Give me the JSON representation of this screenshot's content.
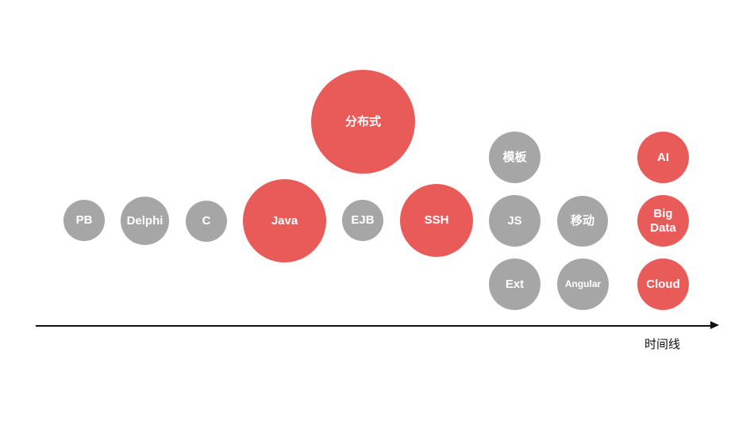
{
  "bubbles": [
    {
      "label": "PB",
      "color": "#a6a6a6"
    },
    {
      "label": "Delphi",
      "color": "#a6a6a6"
    },
    {
      "label": "C",
      "color": "#a6a6a6"
    },
    {
      "label": "Java",
      "color": "#e95b59"
    },
    {
      "label": "分布式",
      "color": "#e95b59"
    },
    {
      "label": "EJB",
      "color": "#a6a6a6"
    },
    {
      "label": "SSH",
      "color": "#e95b59"
    },
    {
      "label": "模板",
      "color": "#a6a6a6"
    },
    {
      "label": "JS",
      "color": "#a6a6a6"
    },
    {
      "label": "Ext",
      "color": "#a6a6a6"
    },
    {
      "label": "移动",
      "color": "#a6a6a6"
    },
    {
      "label": "Angular",
      "color": "#a6a6a6"
    },
    {
      "label": "AI",
      "color": "#e95b59"
    },
    {
      "label": "Big Data",
      "color": "#e95b59"
    },
    {
      "label": "Cloud",
      "color": "#e95b59"
    }
  ],
  "axis": {
    "label": "时间线"
  }
}
